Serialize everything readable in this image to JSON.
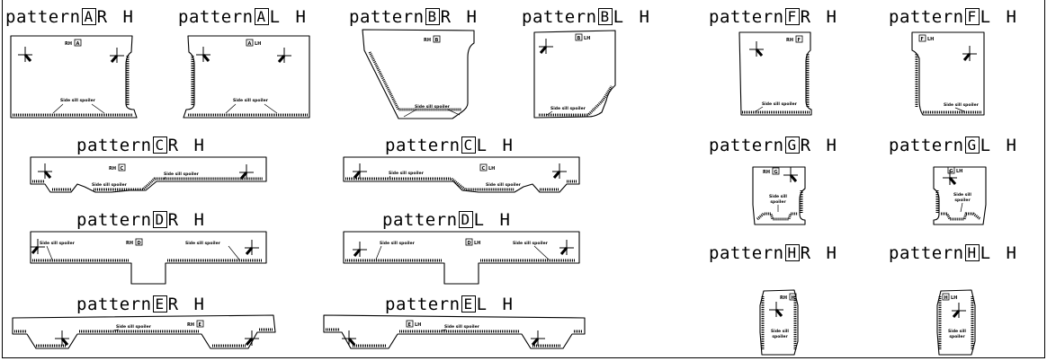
{
  "title_word": "pattern",
  "spoiler_label": "Side sill spoiler",
  "spoiler_label_stacked": [
    "Side sill",
    "spoiler"
  ],
  "patterns": [
    {
      "id": "A-RH",
      "letter": "A",
      "side": "R H",
      "tag": "RH",
      "tag_letter": "A"
    },
    {
      "id": "A-LH",
      "letter": "A",
      "side": "L H",
      "tag": "LH",
      "tag_letter": "A"
    },
    {
      "id": "B-RH",
      "letter": "B",
      "side": "R H",
      "tag": "RH",
      "tag_letter": "B"
    },
    {
      "id": "B-LH",
      "letter": "B",
      "side": "L H",
      "tag": "LH",
      "tag_letter": "B"
    },
    {
      "id": "F-RH",
      "letter": "F",
      "side": "R H",
      "tag": "RH",
      "tag_letter": "F"
    },
    {
      "id": "F-LH",
      "letter": "F",
      "side": "L H",
      "tag": "LH",
      "tag_letter": "F"
    },
    {
      "id": "C-RH",
      "letter": "C",
      "side": "R H",
      "tag": "RH",
      "tag_letter": "C"
    },
    {
      "id": "C-LH",
      "letter": "C",
      "side": "L H",
      "tag": "LH",
      "tag_letter": "C"
    },
    {
      "id": "G-RH",
      "letter": "G",
      "side": "R H",
      "tag": "RH",
      "tag_letter": "G"
    },
    {
      "id": "G-LH",
      "letter": "G",
      "side": "L H",
      "tag": "LH",
      "tag_letter": "G"
    },
    {
      "id": "D-RH",
      "letter": "D",
      "side": "R H",
      "tag": "RH",
      "tag_letter": "D"
    },
    {
      "id": "D-LH",
      "letter": "D",
      "side": "L H",
      "tag": "LH",
      "tag_letter": "D"
    },
    {
      "id": "H-RH",
      "letter": "H",
      "side": "R H",
      "tag": "RH",
      "tag_letter": "H"
    },
    {
      "id": "H-LH",
      "letter": "H",
      "side": "L H",
      "tag": "LH",
      "tag_letter": "H"
    },
    {
      "id": "E-RH",
      "letter": "E",
      "side": "R H",
      "tag": "RH",
      "tag_letter": "E"
    },
    {
      "id": "E-LH",
      "letter": "E",
      "side": "L H",
      "tag": "LH",
      "tag_letter": "E"
    }
  ]
}
